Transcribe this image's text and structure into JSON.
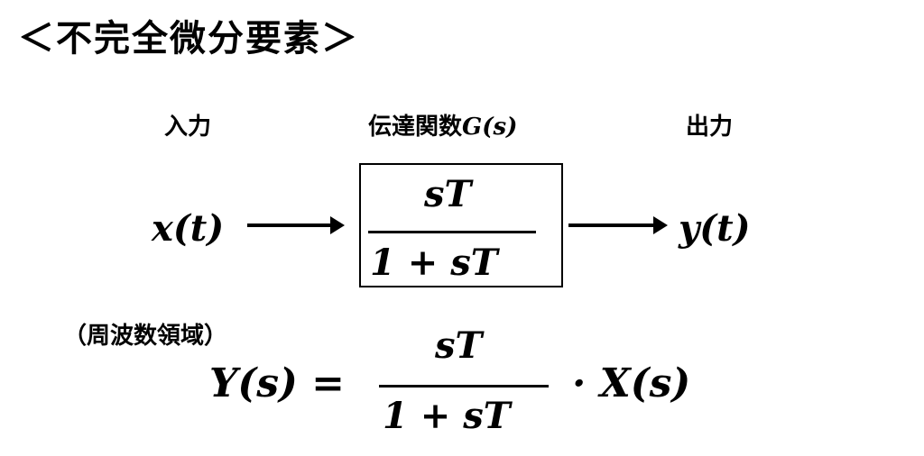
{
  "title": "＜不完全微分要素＞",
  "labels": {
    "input": "入力",
    "transfer": "伝達関数",
    "transfer_math": "G(s)",
    "output": "出力",
    "domain": "（周波数領域）"
  },
  "block": {
    "numerator": "sT",
    "denominator": "1 + sT",
    "input": "x(t)",
    "output": "y(t)"
  },
  "equation": {
    "lhs": "Y(s) =",
    "numerator": "sT",
    "denominator": "1 + sT",
    "rhs": "· X(s)"
  }
}
